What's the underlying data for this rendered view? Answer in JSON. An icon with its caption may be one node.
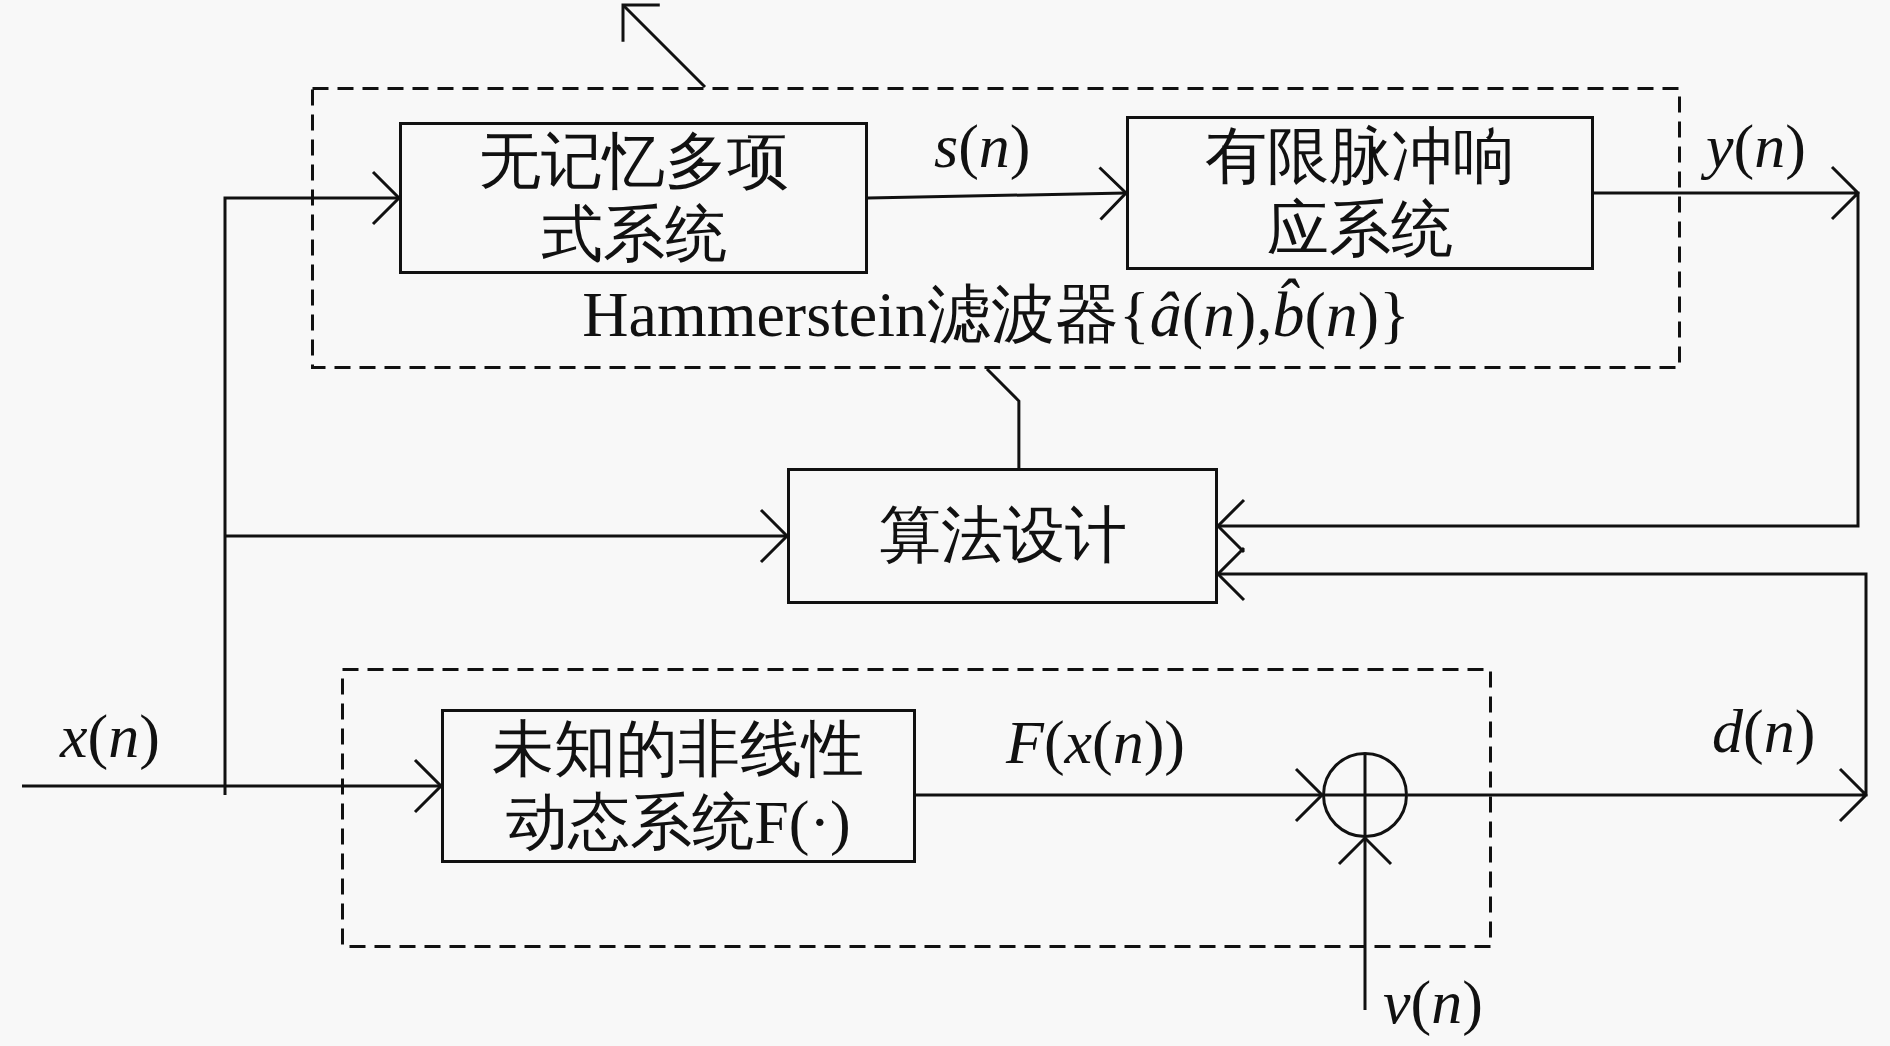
{
  "diagram": {
    "nodes": [
      {
        "text": [
          "Hammerstein滤波器{*â*(*n*),*b̂*(*n*)}"
        ]
      },
      {
        "text": [
          "无记忆多项式系统"
        ],
        "in": 0
      },
      {
        "text": [
          "有限脉冲响应系统"
        ],
        "in": 0
      },
      {
        "text": [
          "算法设计"
        ]
      },
      {
        "text": [],
        "shape": "box"
      },
      {
        "text": [
          "未知的非线性动态系统F(·)"
        ],
        "in": 4
      },
      {
        "text": [],
        "shape": "circle",
        "in": 4
      }
    ],
    "edges": [
      {
        "from": null,
        "to": 5,
        "arrow": "to",
        "label": "*x*(*n*)"
      },
      {
        "from": null,
        "to": 1,
        "arrow": "to"
      },
      {
        "from": null,
        "to": 3,
        "arrow": "to"
      },
      {
        "from": 1,
        "to": 2,
        "arrow": "to",
        "label": "*s*(*n*)"
      },
      {
        "from": 2,
        "to": 3,
        "arrow": "to",
        "label": "*y*(*n*)"
      },
      {
        "from": 5,
        "to": 6,
        "arrow": "to",
        "label": "*F*(*x*(*n*))"
      },
      {
        "from": 6,
        "to": 3,
        "arrow": "to",
        "label": "*d*(*n*)"
      },
      {
        "from": null,
        "to": 6,
        "arrow": "to",
        "label": "*v*(*n*)"
      },
      {
        "from": 3,
        "to": null,
        "arrow": "to"
      }
    ]
  }
}
